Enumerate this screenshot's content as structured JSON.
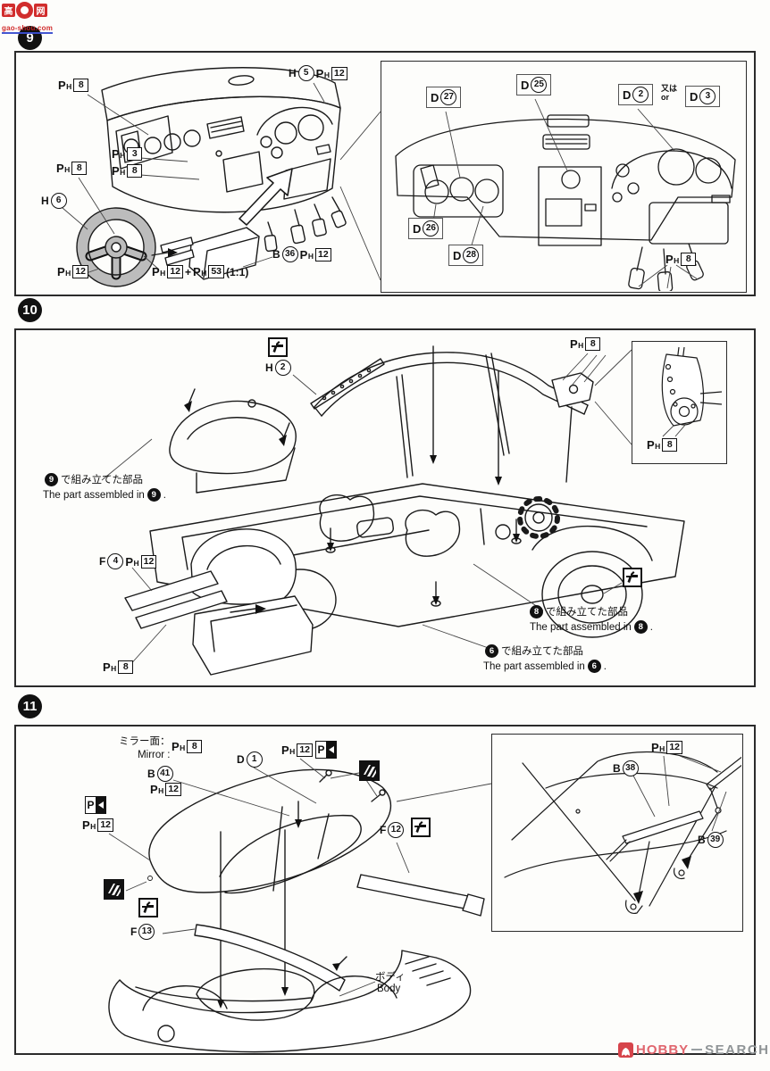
{
  "ph_prefix": {
    "p": "P",
    "h": "H"
  },
  "icons": {
    "paint_marker_letter": "P"
  },
  "watermark_top": {
    "char_left": "高",
    "char_right": "网",
    "url": "gao-shou.com"
  },
  "footer": {
    "word_1": "HOBBY",
    "word_2": "SEARCH"
  },
  "colors": {
    "line": "#1a1a1a",
    "accent_red": "#cf2222",
    "hobby_pink": "#e0666e",
    "search_gray": "#8f9496",
    "wheel_gray": "#bcbcbc"
  },
  "steps": {
    "s9": {
      "num": "9",
      "labels": {
        "ph8_a": [
          {
            "k": "ph"
          },
          {
            "k": "x",
            "v": "8"
          }
        ],
        "h5": [
          {
            "k": "t",
            "v": "H"
          },
          {
            "k": "c",
            "v": "5"
          },
          {
            "k": "ph"
          },
          {
            "k": "x",
            "v": "12"
          }
        ],
        "ph3": [
          {
            "k": "ph"
          },
          {
            "k": "x",
            "v": "3"
          }
        ],
        "ph8_b": [
          {
            "k": "ph"
          },
          {
            "k": "x",
            "v": "8"
          }
        ],
        "ph8_c": [
          {
            "k": "ph"
          },
          {
            "k": "x",
            "v": "8"
          }
        ],
        "h6": [
          {
            "k": "t",
            "v": "H"
          },
          {
            "k": "c",
            "v": "6"
          }
        ],
        "ph12_a": [
          {
            "k": "ph"
          },
          {
            "k": "x",
            "v": "12"
          }
        ],
        "glue_scale": [
          {
            "k": "ph"
          },
          {
            "k": "x",
            "v": "12"
          },
          {
            "k": "t",
            "v": " + "
          },
          {
            "k": "ph"
          },
          {
            "k": "x",
            "v": "53"
          },
          {
            "k": "t",
            "v": " (1:1)"
          }
        ],
        "b36": [
          {
            "k": "t",
            "v": "B"
          },
          {
            "k": "c",
            "v": "36"
          },
          {
            "k": "ph"
          },
          {
            "k": "x",
            "v": "12"
          }
        ]
      },
      "inset_labels": {
        "d27": [
          {
            "k": "t",
            "v": "D"
          },
          {
            "k": "c",
            "v": "27"
          }
        ],
        "d25": [
          {
            "k": "t",
            "v": "D"
          },
          {
            "k": "c",
            "v": "25"
          }
        ],
        "d2": [
          {
            "k": "t",
            "v": "D"
          },
          {
            "k": "c",
            "v": "2"
          }
        ],
        "alt": [
          {
            "k": "s",
            "v": [
              "又は",
              "or"
            ]
          }
        ],
        "d3": [
          {
            "k": "t",
            "v": "D"
          },
          {
            "k": "c",
            "v": "3"
          }
        ],
        "d26": [
          {
            "k": "t",
            "v": "D"
          },
          {
            "k": "c",
            "v": "26"
          }
        ],
        "d28": [
          {
            "k": "t",
            "v": "D"
          },
          {
            "k": "c",
            "v": "28"
          }
        ],
        "ph8": [
          {
            "k": "ph"
          },
          {
            "k": "x",
            "v": "8"
          }
        ]
      }
    },
    "s10": {
      "num": "10",
      "labels": {
        "h2": [
          {
            "k": "t",
            "v": "H"
          },
          {
            "k": "c",
            "v": "2"
          }
        ],
        "ph8_top": [
          {
            "k": "ph"
          },
          {
            "k": "x",
            "v": "8"
          }
        ],
        "inset_ph8": [
          {
            "k": "ph"
          },
          {
            "k": "x",
            "v": "8"
          }
        ],
        "f4": [
          {
            "k": "t",
            "v": "F"
          },
          {
            "k": "c",
            "v": "4"
          },
          {
            "k": "ph"
          },
          {
            "k": "x",
            "v": "12"
          }
        ],
        "ph8_left": [
          {
            "k": "ph"
          },
          {
            "k": "x",
            "v": "8"
          }
        ],
        "note9_jp": [
          {
            "k": "b",
            "v": "9"
          },
          {
            "k": "t",
            "v": "で組み立てた部品"
          }
        ],
        "note9_en": [
          {
            "k": "t",
            "v": "The part assembled in"
          },
          {
            "k": "b",
            "v": "9"
          },
          {
            "k": "t",
            "v": "."
          }
        ],
        "note8_jp": [
          {
            "k": "b",
            "v": "8"
          },
          {
            "k": "t",
            "v": "で組み立てた部品"
          }
        ],
        "note8_en": [
          {
            "k": "t",
            "v": "The part assembled in"
          },
          {
            "k": "b",
            "v": "8"
          },
          {
            "k": "t",
            "v": "."
          }
        ],
        "note6_jp": [
          {
            "k": "b",
            "v": "6"
          },
          {
            "k": "t",
            "v": "で組み立てた部品"
          }
        ],
        "note6_en": [
          {
            "k": "t",
            "v": "The part assembled in"
          },
          {
            "k": "b",
            "v": "6"
          },
          {
            "k": "t",
            "v": "."
          }
        ]
      }
    },
    "s11": {
      "num": "11",
      "labels": {
        "mirror_jp": "ミラー面：",
        "mirror_en": "Mirror :",
        "mirror_ph8": [
          {
            "k": "ph"
          },
          {
            "k": "x",
            "v": "8"
          }
        ],
        "b41": [
          {
            "k": "t",
            "v": "B"
          },
          {
            "k": "c",
            "v": "41"
          }
        ],
        "ph12_b41": [
          {
            "k": "ph"
          },
          {
            "k": "x",
            "v": "12"
          }
        ],
        "d1": [
          {
            "k": "t",
            "v": "D"
          },
          {
            "k": "c",
            "v": "1"
          }
        ],
        "ph12_top": [
          {
            "k": "ph"
          },
          {
            "k": "x",
            "v": "12"
          }
        ],
        "ph12_left": [
          {
            "k": "ph"
          },
          {
            "k": "x",
            "v": "12"
          }
        ],
        "f12": [
          {
            "k": "t",
            "v": "F"
          },
          {
            "k": "c",
            "v": "12"
          }
        ],
        "f13": [
          {
            "k": "t",
            "v": "F"
          },
          {
            "k": "c",
            "v": "13"
          }
        ],
        "body_jp": "ボディ",
        "body_en": "Body"
      },
      "inset_labels": {
        "b38": [
          {
            "k": "t",
            "v": "B"
          },
          {
            "k": "c",
            "v": "38"
          }
        ],
        "ph12": [
          {
            "k": "ph"
          },
          {
            "k": "x",
            "v": "12"
          }
        ],
        "b39": [
          {
            "k": "t",
            "v": "B"
          },
          {
            "k": "c",
            "v": "39"
          }
        ]
      }
    }
  }
}
